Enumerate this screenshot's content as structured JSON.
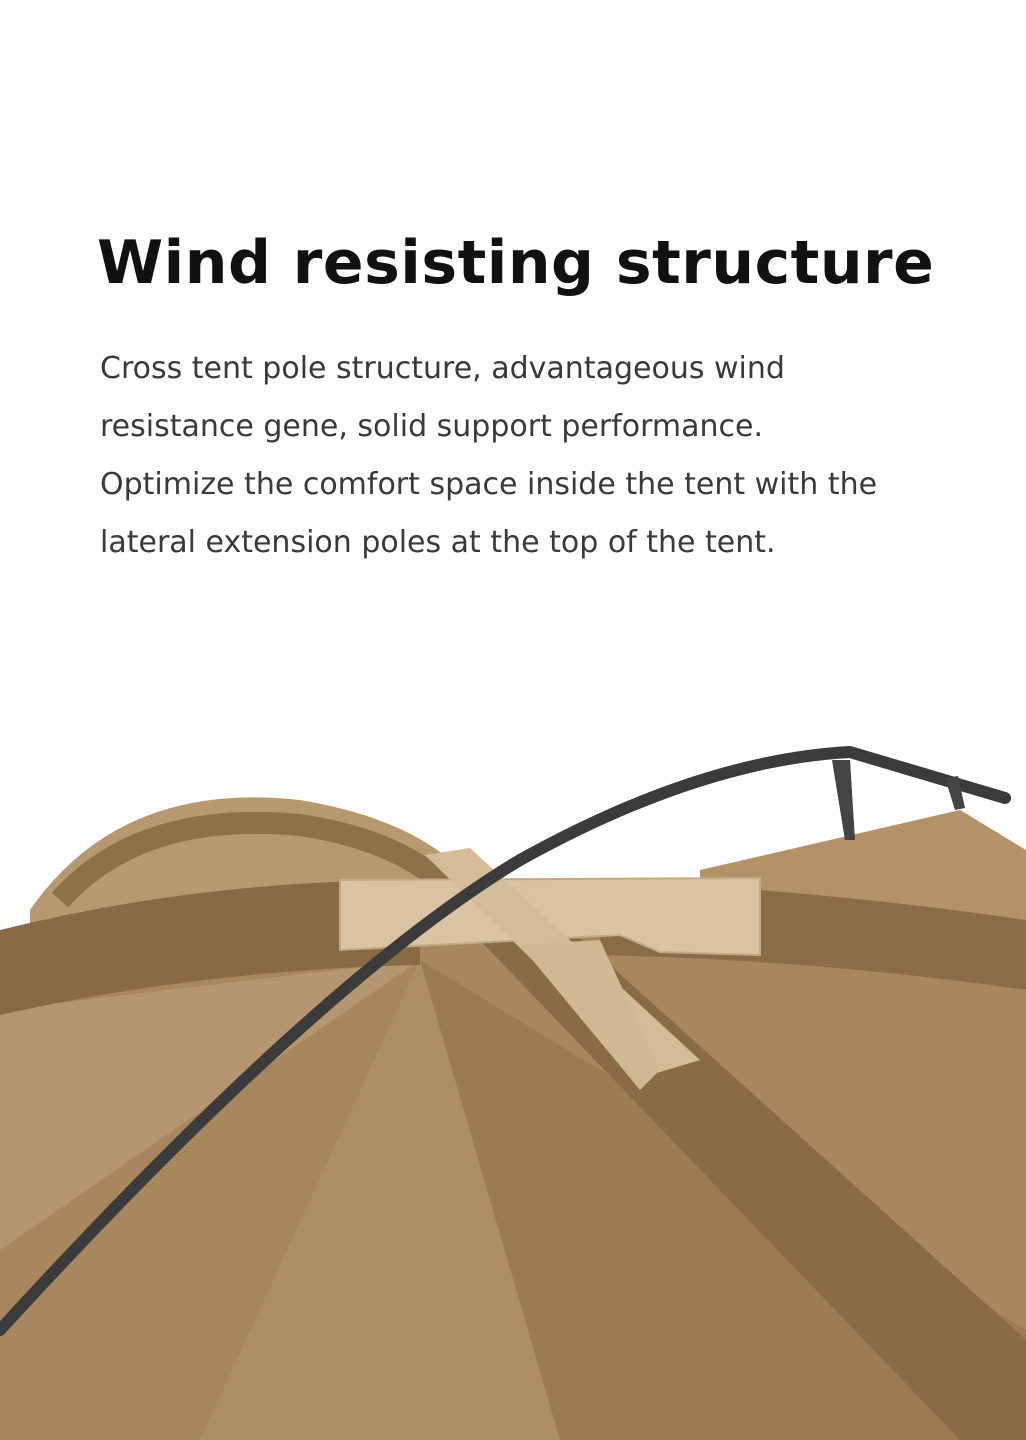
{
  "heading": "Wind resisting structure",
  "paragraphs": [
    "Cross tent pole structure, advantageous wind resistance gene, solid support performance.",
    "Optimize the comfort space inside the tent with the lateral extension poles at the top of the tent."
  ],
  "colors": {
    "fabric": "#a8875e",
    "fabric_dark": "#7d5f3c",
    "fabric_light": "#c2a47c",
    "pole": "#3b3b3b",
    "webbing": "#d8c3a2"
  }
}
